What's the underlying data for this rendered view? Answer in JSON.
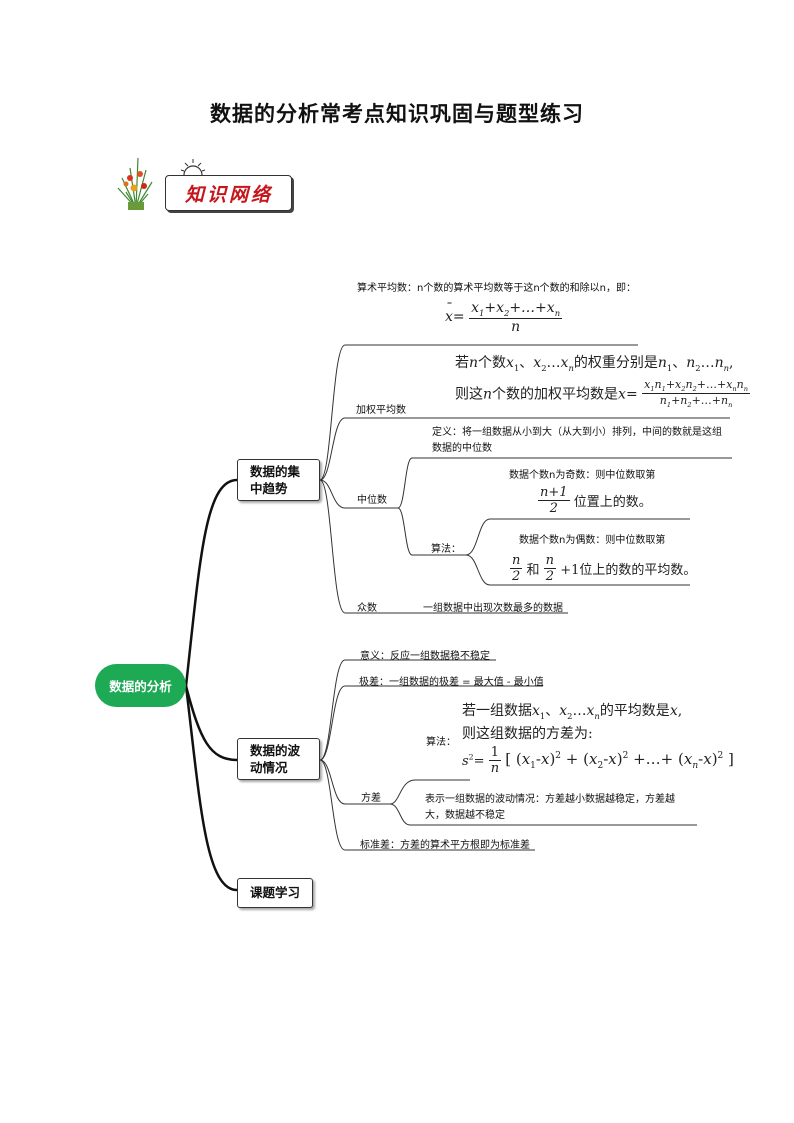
{
  "title": "数据的分析常考点知识巩固与题型练习",
  "section_header": "知识网络",
  "mindmap": {
    "root": "数据的分析",
    "branch1": {
      "label_line1": "数据的集",
      "label_line2": "中趋势",
      "mean": {
        "text": "算术平均数：n个数的算术平均数等于这n个数的和除以n，即：",
        "formula": {
          "lhs": "x=",
          "numerator": "x₁+x₂+…+xₙ",
          "denominator": "n"
        }
      },
      "weighted": {
        "label": "加权平均数",
        "line1": "若n个数x₁、x₂…xₙ的权重分别是n₁、n₂…nₙ,",
        "line2_prefix": "则这n个数的加权平均数是",
        "numerator": "x₁n₁+x₂n₂+…+xₙnₙ",
        "denominator": "n₁+n₂+…+nₙ"
      },
      "median": {
        "label": "中位数",
        "definition": "定义：将一组数据从小到大（从大到小）排列，中间的数就是这组数据的中位数",
        "algorithm_label": "算法：",
        "odd_text": "数据个数n为奇数：则中位数取第",
        "odd_formula_num": "n+1",
        "odd_formula_den": "2",
        "odd_suffix": "位置上的数。",
        "even_text": "数据个数n为偶数：则中位数取第",
        "even_num1": "n",
        "even_den1": "2",
        "even_mid": "和",
        "even_num2": "n",
        "even_den2": "2",
        "even_suffix": "+1位上的数的平均数。"
      },
      "mode": {
        "label": "众数",
        "text": "一组数据中出现次数最多的数据"
      }
    },
    "branch2": {
      "label_line1": "数据的波",
      "label_line2": "动情况",
      "meaning": "意义：反应一组数据稳不稳定",
      "range": "极差：一组数据的极差 = 最大值 - 最小值",
      "variance": {
        "label": "方差",
        "algorithm_label": "算法：",
        "line1": "若一组数据x₁、x₂…xₙ的平均数是x,",
        "line2": "则这组数据的方差为:",
        "formula_lhs": "s²=",
        "formula_num": "1",
        "formula_den": "n",
        "formula_body": "[ (x₁-x)² + (x₂-x)² +…+ (xₙ-x)² ]",
        "description": "表示一组数据的波动情况：方差越小数据越稳定，方差越大，数据越不稳定"
      },
      "std": "标准差：方差的算术平方根即为标准差"
    },
    "branch3": {
      "label": "课题学习"
    }
  }
}
